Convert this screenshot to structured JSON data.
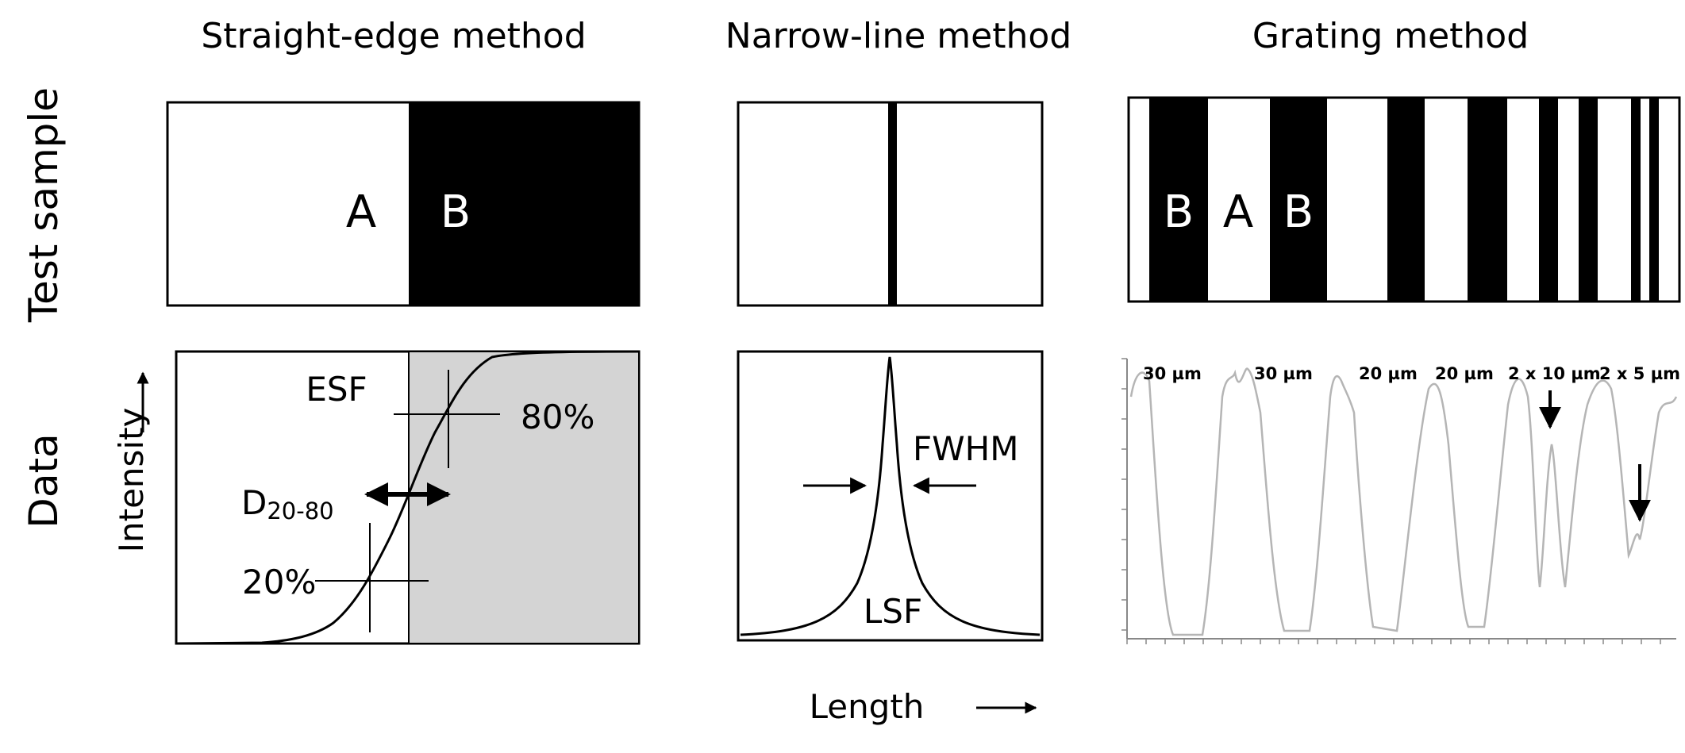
{
  "titles": {
    "straight_edge": "Straight-edge method",
    "narrow_line": "Narrow-line method",
    "grating": "Grating method"
  },
  "row_labels": {
    "test_sample": "Test sample",
    "data": "Data"
  },
  "axes": {
    "y": "Intensity",
    "x": "Length"
  },
  "straight_edge": {
    "region_a": "A",
    "region_b": "B",
    "curve_label": "ESF",
    "pct_high": "80%",
    "pct_low": "20%",
    "d_main": "D",
    "d_sub": "20-80"
  },
  "narrow_line": {
    "width_label": "FWHM",
    "curve_label": "LSF"
  },
  "grating": {
    "labels": [
      "B",
      "A",
      "B"
    ],
    "periods": [
      "30 µm",
      "30 µm",
      "20 µm",
      "20 µm",
      "2 x 10 µm",
      "2 x 5 µm"
    ]
  },
  "colors": {
    "stroke": "#000000",
    "shade": "#d4d4d4",
    "profile": "#b5b5b5"
  }
}
